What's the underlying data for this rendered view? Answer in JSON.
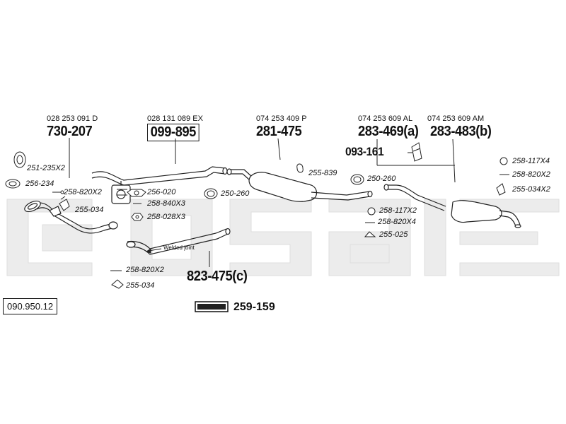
{
  "brand": {
    "watermark": "bosal",
    "logo_text": "bosal"
  },
  "diagram_number": "090.950.12",
  "parts": [
    {
      "id": "730-207",
      "oe_number": "028 253 091 D",
      "part_number": "730-207"
    },
    {
      "id": "099-895",
      "oe_number": "028 131 089 EX",
      "part_number": "099-895"
    },
    {
      "id": "281-475",
      "oe_number": "074 253 409 P",
      "part_number": "281-475"
    },
    {
      "id": "283-469a",
      "oe_number": "074 253 609 AL",
      "part_number": "283-469(a)"
    },
    {
      "id": "283-483b",
      "oe_number": "074 253 609 AM",
      "part_number": "283-483(b)"
    },
    {
      "id": "093-161",
      "part_number": "093-161"
    },
    {
      "id": "823-475c",
      "part_number": "823-475(c)"
    }
  ],
  "accessories": {
    "a1": "251-235X2",
    "a2": "256-234",
    "a3": "258-820X2",
    "a4": "255-034",
    "a5": "256-020",
    "a6": "258-840X3",
    "a7": "258-028X3",
    "a8": "250-260",
    "a9": "255-839",
    "a10": "250-260",
    "a11": "258-117X2",
    "a12": "258-820X4",
    "a13": "255-025",
    "a14": "258-117X4",
    "a15": "258-820X2",
    "a16": "255-034X2",
    "a17": "258-820X2",
    "a18": "255-034"
  },
  "notes": {
    "welded_joint": "Welded joint"
  },
  "kit": {
    "part_number": "259-159"
  }
}
